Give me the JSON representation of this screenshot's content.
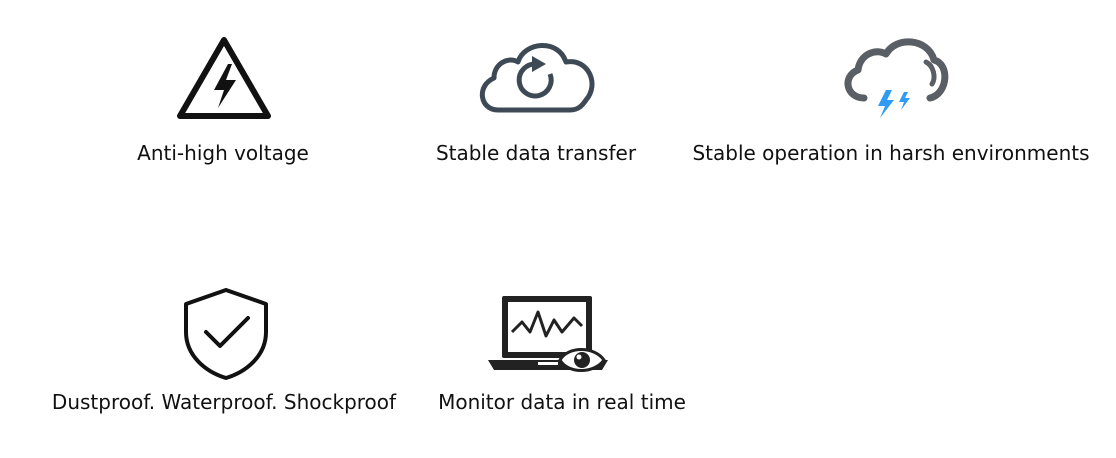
{
  "features": [
    {
      "label": "Anti-high voltage",
      "icon": "high-voltage-warning-icon"
    },
    {
      "label": "Stable data transfer",
      "icon": "cloud-sync-icon"
    },
    {
      "label": "Stable operation in harsh environments",
      "icon": "storm-cloud-icon"
    },
    {
      "label": "Dustproof. Waterproof. Shockproof",
      "icon": "shield-check-icon"
    },
    {
      "label": "Monitor data in real time",
      "icon": "laptop-monitoring-icon"
    }
  ],
  "colors": {
    "text": "#111111",
    "icon_dark": "#111111",
    "icon_slate": "#3d4a55",
    "icon_gray": "#5a5f66",
    "lightning_blue": "#2f9bf5"
  }
}
